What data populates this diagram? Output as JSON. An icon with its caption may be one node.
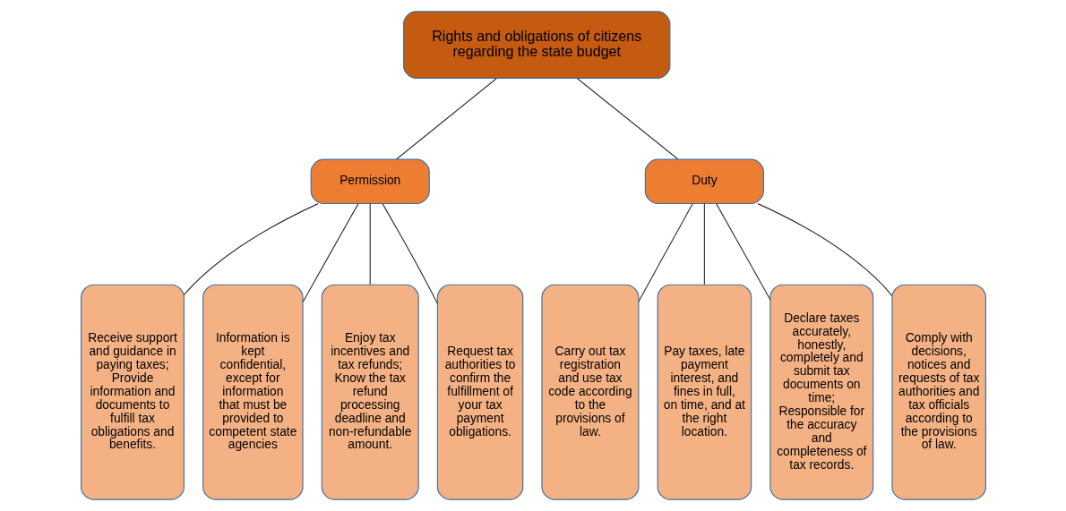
{
  "diagram": {
    "nodes": [
      {
        "text": [
          "Rights and obligations of citizens regarding the state budget"
        ]
      },
      {
        "text": [
          "Permission"
        ]
      },
      {
        "text": [
          "Duty"
        ]
      },
      {
        "text": [
          "Receive support and guidance in paying taxes; Provide information and documents to fulfill tax obligations and benefits."
        ]
      },
      {
        "text": [
          "Information is kept confidential, except for information that must be provided to competent state agencies"
        ]
      },
      {
        "text": [
          "Enjoy tax incentives and tax refunds; Know the tax refund processing deadline and non-refundable amount."
        ]
      },
      {
        "text": [
          "Request tax authorities to confirm the fulfillment of your tax payment obligations."
        ]
      },
      {
        "text": [
          "Carry out tax registration and use tax code according to the provisions of law."
        ]
      },
      {
        "text": [
          "Pay taxes, late payment interest, and fines in full, on time, and at the right location."
        ]
      },
      {
        "text": [
          "Declare taxes accurately, honestly, completely and submit tax documents on time; Responsible for the accuracy and completeness of tax records."
        ]
      },
      {
        "text": [
          "Comply with decisions, notices and requests of tax authorities and tax officials according to the provisions of law."
        ]
      }
    ],
    "edges": [
      {
        "from": 0,
        "to": 1,
        "arrow": "none"
      },
      {
        "from": 0,
        "to": 2,
        "arrow": "none"
      },
      {
        "from": 1,
        "to": 3,
        "arrow": "none"
      },
      {
        "from": 1,
        "to": 4,
        "arrow": "none"
      },
      {
        "from": 1,
        "to": 5,
        "arrow": "none"
      },
      {
        "from": 1,
        "to": 6,
        "arrow": "none"
      },
      {
        "from": 2,
        "to": 7,
        "arrow": "none"
      },
      {
        "from": 2,
        "to": 8,
        "arrow": "none"
      },
      {
        "from": 2,
        "to": 9,
        "arrow": "none"
      },
      {
        "from": 2,
        "to": 10,
        "arrow": "none"
      }
    ]
  }
}
